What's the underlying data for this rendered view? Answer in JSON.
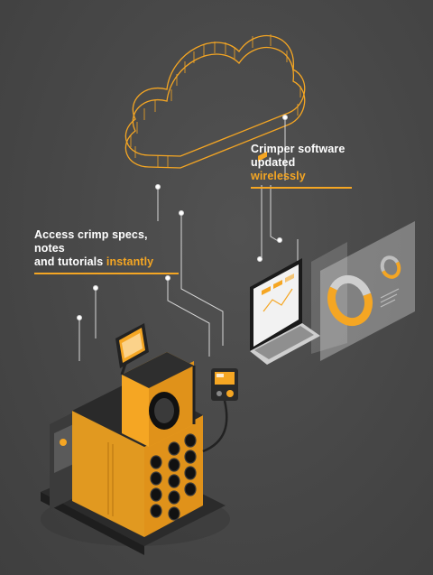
{
  "captions": {
    "wireless": {
      "line1": "Crimper software",
      "line2_pre": "updated ",
      "line2_highlight": "wirelessly"
    },
    "access": {
      "line1": "Access crimp specs, notes",
      "line2_pre": "and tutorials ",
      "line2_highlight": "instantly"
    }
  },
  "colors": {
    "background": "#474747",
    "accent": "#f5a623",
    "text": "#ffffff"
  },
  "icons": [
    "cloud-icon",
    "laptop-icon",
    "donut-chart-icon",
    "crimping-machine-icon",
    "tablet-icon",
    "control-pad-icon"
  ]
}
